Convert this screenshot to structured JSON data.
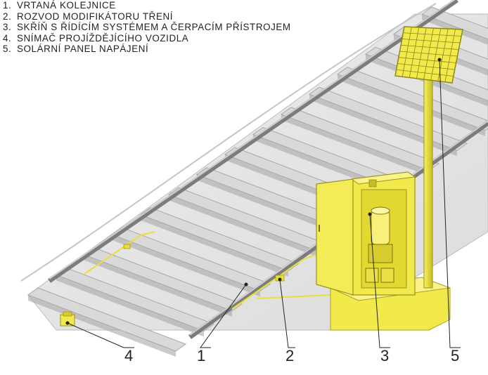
{
  "legend": {
    "items": [
      {
        "number": "1.",
        "text": "VRTANÁ KOLEJNICE"
      },
      {
        "number": "2.",
        "text": "ROZVOD MODIFIKÁTORU TŘENÍ"
      },
      {
        "number": "3.",
        "text": "SKŘÍŇ S ŘÍDÍCÍM SYSTÉMEM A ČERPACÍM PŘÍSTROJEM"
      },
      {
        "number": "4.",
        "text": "SNÍMAČ PROJÍŽDĚJÍCÍHO VOZIDLA"
      },
      {
        "number": "5.",
        "text": "SOLÁRNÍ PANEL NAPÁJENÍ"
      }
    ]
  },
  "callouts": {
    "c1": "1",
    "c2": "2",
    "c3": "3",
    "c4": "4",
    "c5": "5"
  },
  "colors": {
    "equipment": "#f2e94a",
    "equipment_shade": "#cfc526",
    "sleeper": "#d9d9d9",
    "sleeper_shade": "#a8a8a8",
    "ballast": "#e8e8e8",
    "rail": "#8c8c8c"
  }
}
